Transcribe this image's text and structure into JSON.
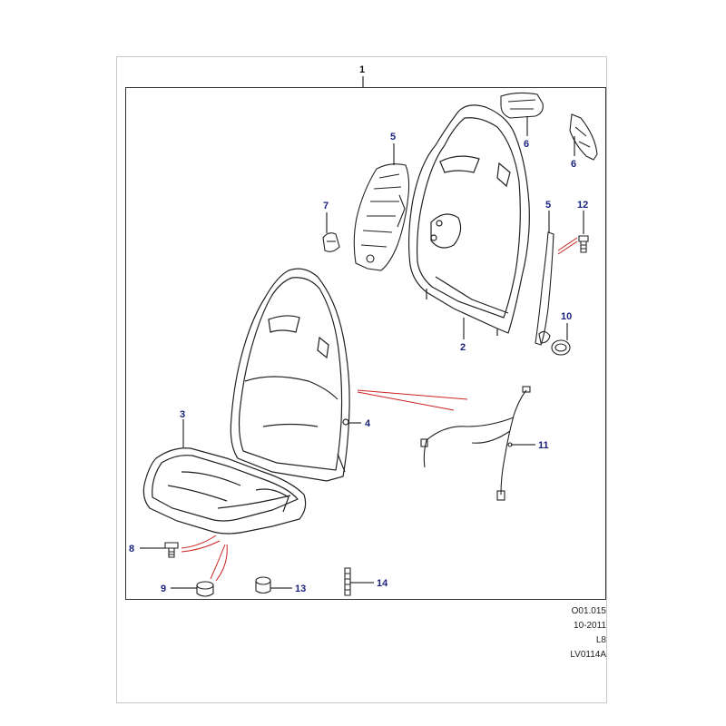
{
  "callouts": {
    "c1": "1",
    "c2": "2",
    "c3": "3",
    "c4": "4",
    "c5a": "5",
    "c5b": "5",
    "c6a": "6",
    "c6b": "6",
    "c7": "7",
    "c8": "8",
    "c9": "9",
    "c10": "10",
    "c11": "11",
    "c12": "12",
    "c13": "13",
    "c14": "14"
  },
  "meta": {
    "ref": "O01.015",
    "date": "10-2011",
    "model": "L8",
    "drawing": "LV0114A"
  },
  "colors": {
    "callout": "#1a237e",
    "leader": "#000000",
    "highlight": "#cc2222"
  }
}
